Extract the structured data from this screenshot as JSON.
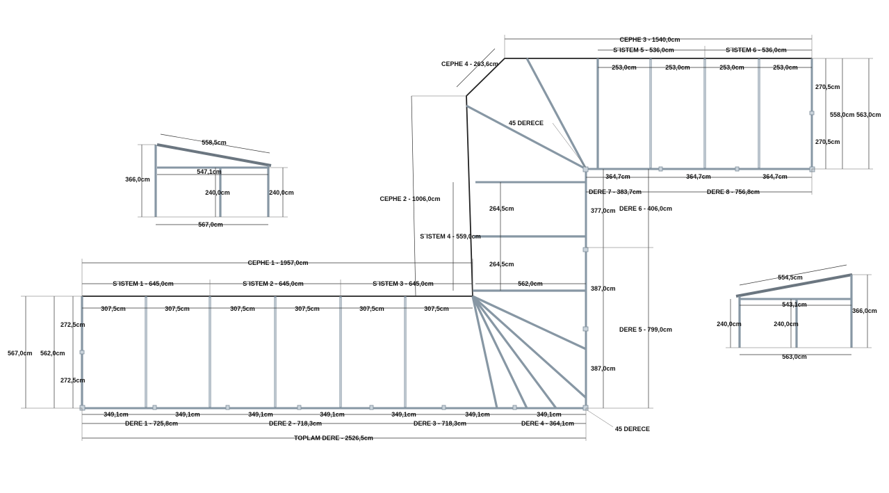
{
  "plan": {
    "cephe": [
      "CEPHE 1 - 1957,0cm",
      "CEPHE 2 - 1006,0cm",
      "CEPHE 3 - 1540,0cm",
      "CEPHE 4 - 263,6cm"
    ],
    "sistem": [
      "S¨ISTEM 1 - 645,0cm",
      "S¨ISTEM 2 - 645,0cm",
      "S¨ISTEM 3 - 645,0cm",
      "S¨ISTEM  4 - 559,0cm",
      "S¨ISTEM  5 - 536,0cm",
      "S¨ISTEM 6 - 536,0cm"
    ],
    "dere": [
      "DERE 1 - 725,8cm",
      "DERE 2 - 718,3cm",
      "DERE 3 - 718,3cm",
      "DERE 4 - 364,1cm",
      "DERE 5 - 799,0cm",
      "DERE 6 - 406,0cm",
      "DERE 7 - 383,7cm",
      "DERE 8 - 756,8cm"
    ],
    "total": "TOPLAM DERE - 2526,5cm",
    "angle": "45 DERECE",
    "bay": {
      "w307": "307,5cm",
      "w253": "253,0cm",
      "w349": "349,1cm",
      "w364": "364,7cm",
      "w562": "562,0cm"
    },
    "left": {
      "h567": "567,0cm",
      "h562": "562,0cm",
      "h272": "272,5cm"
    },
    "right": {
      "h563": "563,0cm",
      "h558": "558,0cm",
      "h270": "270,5cm"
    },
    "mid": {
      "h264": "264,5cm",
      "h377": "377,0cm",
      "h387": "387,0cm"
    }
  },
  "section_a": {
    "slope": "558,5cm",
    "span": "547,1cm",
    "height_mid": "240,0cm",
    "height_right": "240,0cm",
    "height_left": "366,0cm",
    "width": "567,0cm"
  },
  "section_b": {
    "slope": "554,5cm",
    "span": "543,1cm",
    "height_left": "240,0cm",
    "height_mid": "240,0cm",
    "height_right": "366,0cm",
    "width": "563,0cm"
  },
  "colors": {
    "frame": "#8797a4",
    "wall": "#222222",
    "dimension": "#333333"
  }
}
